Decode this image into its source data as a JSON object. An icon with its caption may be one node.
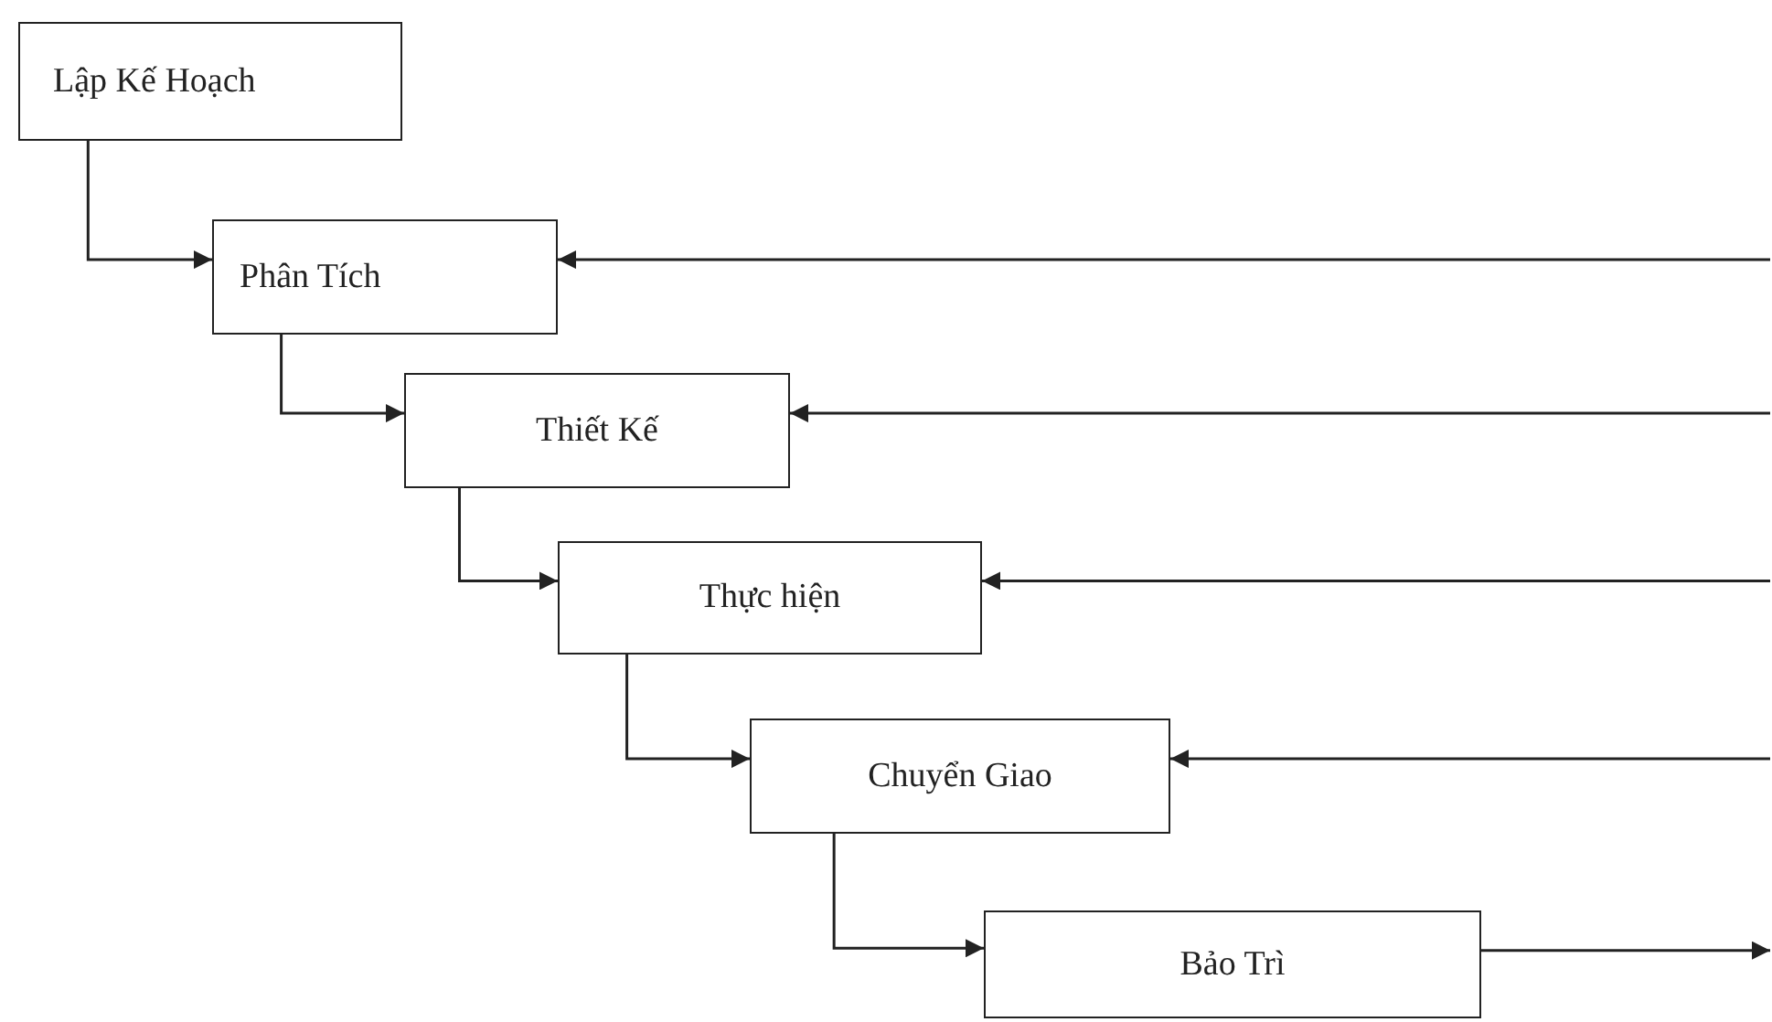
{
  "diagram": {
    "nodes": [
      {
        "text": [
          "Lập Kế Hoạch"
        ]
      },
      {
        "text": [
          "Phân Tích"
        ]
      },
      {
        "text": [
          "Thiết Kế"
        ]
      },
      {
        "text": [
          "Thực hiện"
        ]
      },
      {
        "text": [
          "Chuyển Giao"
        ]
      },
      {
        "text": [
          "Bảo Trì"
        ]
      }
    ],
    "edges": [
      {
        "from": 0,
        "to": 1,
        "arrow": "to"
      },
      {
        "from": 1,
        "to": 2,
        "arrow": "to"
      },
      {
        "from": 2,
        "to": 3,
        "arrow": "to"
      },
      {
        "from": 3,
        "to": 4,
        "arrow": "to"
      },
      {
        "from": 4,
        "to": 5,
        "arrow": "to"
      },
      {
        "from": null,
        "to": 1,
        "arrow": "to"
      },
      {
        "from": null,
        "to": 2,
        "arrow": "to"
      },
      {
        "from": null,
        "to": 3,
        "arrow": "to"
      },
      {
        "from": null,
        "to": 4,
        "arrow": "to"
      },
      {
        "from": 5,
        "to": null,
        "arrow": "to"
      }
    ]
  }
}
